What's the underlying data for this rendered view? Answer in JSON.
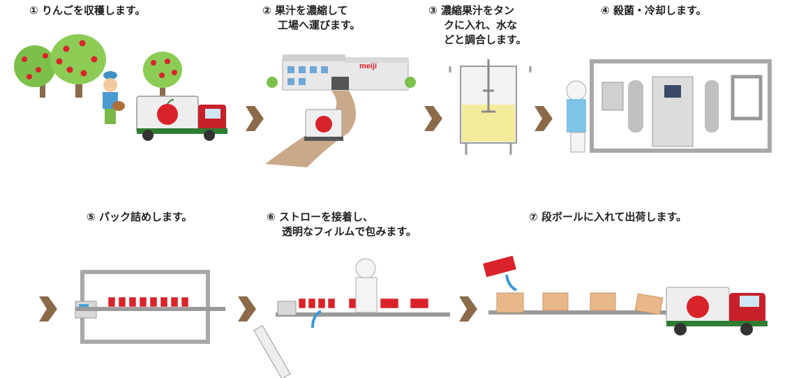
{
  "steps": [
    {
      "num": "①",
      "lines": [
        "りんごを収穫します。"
      ]
    },
    {
      "num": "②",
      "lines": [
        "果汁を濃縮して",
        "工場へ運びます。"
      ]
    },
    {
      "num": "③",
      "lines": [
        "濃縮果汁をタン",
        "クに入れ、水な",
        "どと調合します。"
      ]
    },
    {
      "num": "④",
      "lines": [
        "殺菌・冷却します。"
      ]
    },
    {
      "num": "⑤",
      "lines": [
        "パック詰めします。"
      ]
    },
    {
      "num": "⑥",
      "lines": [
        "ストローを接着し、",
        "透明なフィルムで包みます。"
      ]
    },
    {
      "num": "⑦",
      "lines": [
        "段ボールに入れて出荷します。"
      ]
    }
  ],
  "factory_logo": "meiji",
  "colors": {
    "arrow": "#8b6a4a",
    "apple": "#d9232b",
    "leaf": "#7cc04a",
    "machine": "#a8a8a8",
    "road": "#c9a98a",
    "box": "#e8b88a",
    "truck_red": "#c8202a"
  }
}
